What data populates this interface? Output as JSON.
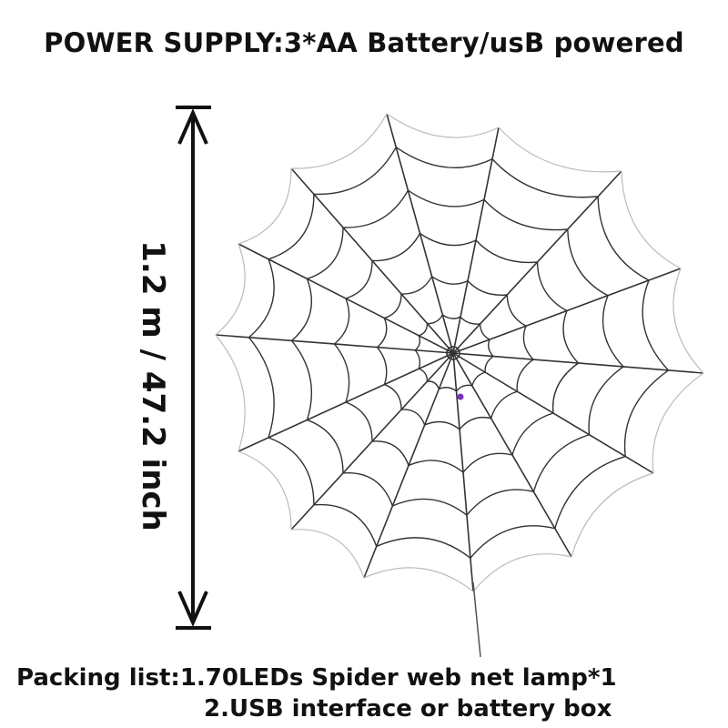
{
  "header": {
    "title": "POWER SUPPLY:3*AA Battery/usB powered"
  },
  "dimension": {
    "label": "1.2 m / 47.2 inch"
  },
  "packing": {
    "line1": "Packing list:1.70LEDs Spider web net lamp*1",
    "line2": "2.USB interface or battery box"
  },
  "colors": {
    "web": "#333333",
    "text": "#111111",
    "led_accent": "#7b2fbe"
  }
}
